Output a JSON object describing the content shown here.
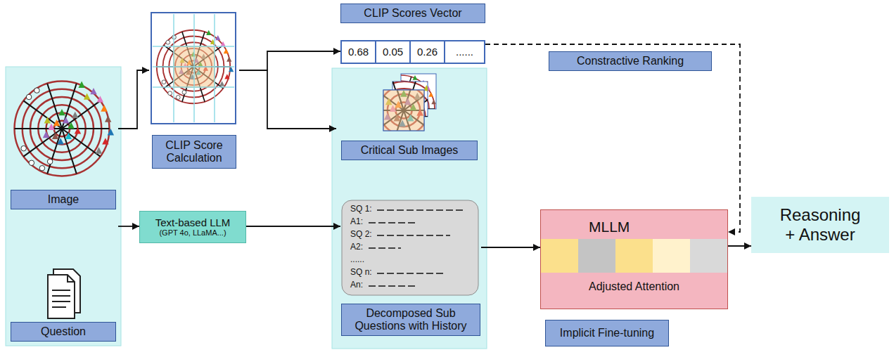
{
  "diagram": {
    "nodes": [
      {
        "text": [
          "Image"
        ]
      },
      {
        "text": [
          "Question"
        ]
      },
      {
        "text": [
          "CLIP Score Calculation"
        ]
      },
      {
        "text": [
          "CLIP Scores Vector",
          "0.68",
          "0.05",
          "0.26",
          "......"
        ]
      },
      {
        "text": [
          "Critical Sub Images"
        ]
      },
      {
        "text": [
          "SQ 1:",
          "A1:",
          "SQ 2:",
          "A2:",
          "......",
          "SQ n:",
          "An:",
          "Decomposed Sub Questions with History"
        ]
      },
      {
        "text": [
          "Text-based LLM",
          "(GPT 4o, LLaMA...)"
        ]
      },
      {
        "text": [
          "MLLM",
          "Adjusted Attention"
        ]
      },
      {
        "text": [
          "Implicit Fine-tuning"
        ]
      },
      {
        "text": [
          "Reasoning + Answer"
        ]
      }
    ],
    "edges": [
      {
        "from": 0,
        "to": 2,
        "arrow": "to"
      },
      {
        "from": 2,
        "to": 3,
        "arrow": "to"
      },
      {
        "from": 2,
        "to": 4,
        "arrow": "to"
      },
      {
        "from": 1,
        "to": 6,
        "arrow": "to"
      },
      {
        "from": 6,
        "to": 5,
        "arrow": "to"
      },
      {
        "from": 3,
        "to": 7,
        "arrow": "to",
        "label": "Constractive Ranking"
      },
      {
        "from": 5,
        "to": 7,
        "arrow": "to"
      },
      {
        "from": 7,
        "to": 9,
        "arrow": "to"
      }
    ]
  }
}
